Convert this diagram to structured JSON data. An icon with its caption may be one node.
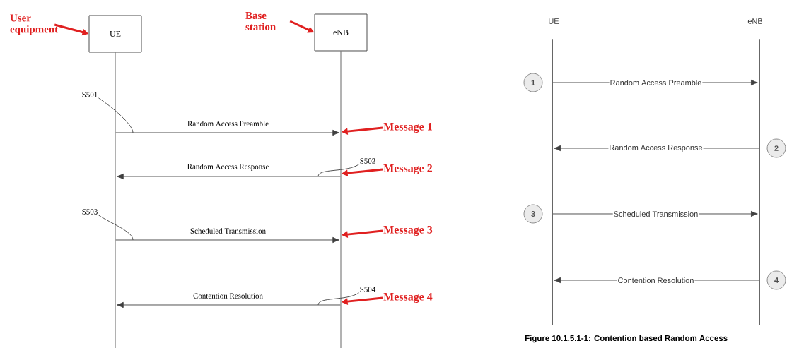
{
  "diagram": {
    "caption": "Figure 10.1.5.1-1: Contention based Random Access",
    "nodes": [
      {
        "text": [
          "User equipment"
        ]
      },
      {
        "text": [
          "UE"
        ]
      },
      {
        "text": [
          "Base station"
        ]
      },
      {
        "text": [
          "eNB"
        ]
      },
      {
        "text": [],
        "shape": "bar"
      },
      {
        "text": [],
        "shape": "bar"
      },
      {
        "text": [
          "S501"
        ]
      },
      {
        "text": [
          "Message 1"
        ]
      },
      {
        "text": [
          "S502"
        ]
      },
      {
        "text": [
          "Message 2"
        ]
      },
      {
        "text": [
          "S503"
        ]
      },
      {
        "text": [
          "Message 3"
        ]
      },
      {
        "text": [
          "S504"
        ]
      },
      {
        "text": [
          "Message 4"
        ]
      },
      {
        "text": [
          "1"
        ]
      },
      {
        "text": [
          "2"
        ]
      },
      {
        "text": [
          "3"
        ]
      },
      {
        "text": [
          "4"
        ]
      },
      {
        "text": [],
        "shape": "bar"
      },
      {
        "text": [],
        "shape": "bar"
      }
    ],
    "edges": [
      {
        "from": 0,
        "to": 1,
        "arrow": "to",
        "style": "thick",
        "color": "#e02020"
      },
      {
        "from": 2,
        "to": 3,
        "arrow": "to",
        "style": "thick",
        "color": "#e02020"
      },
      {
        "from": 4,
        "to": 5,
        "arrow": "to",
        "label": "Random Access Preamble"
      },
      {
        "from": 5,
        "to": 4,
        "arrow": "to",
        "label": "Random Access Response"
      },
      {
        "from": 4,
        "to": 5,
        "arrow": "to",
        "label": "Scheduled Transmission"
      },
      {
        "from": 5,
        "to": 4,
        "arrow": "to",
        "label": "Contention Resolution"
      },
      {
        "from": 7,
        "to": 5,
        "arrow": "to",
        "style": "thick",
        "color": "#e02020"
      },
      {
        "from": 9,
        "to": 5,
        "arrow": "to",
        "style": "thick",
        "color": "#e02020"
      },
      {
        "from": 11,
        "to": 5,
        "arrow": "to",
        "style": "thick",
        "color": "#e02020"
      },
      {
        "from": 13,
        "to": 5,
        "arrow": "to",
        "style": "thick",
        "color": "#e02020"
      },
      {
        "from": 6,
        "to": null,
        "arrow": "none"
      },
      {
        "from": 8,
        "to": null,
        "arrow": "none"
      },
      {
        "from": 10,
        "to": null,
        "arrow": "none"
      },
      {
        "from": 12,
        "to": null,
        "arrow": "none"
      },
      {
        "from": 18,
        "to": 19,
        "arrow": "to",
        "label": "Random Access Preamble"
      },
      {
        "from": 19,
        "to": 18,
        "arrow": "to",
        "label": "Random Access Response"
      },
      {
        "from": 18,
        "to": 19,
        "arrow": "to",
        "label": "Scheduled Transmission"
      },
      {
        "from": 19,
        "to": 18,
        "arrow": "to",
        "label": "Contention Resolution"
      }
    ],
    "labels": [
      "UE",
      "eNB"
    ]
  }
}
